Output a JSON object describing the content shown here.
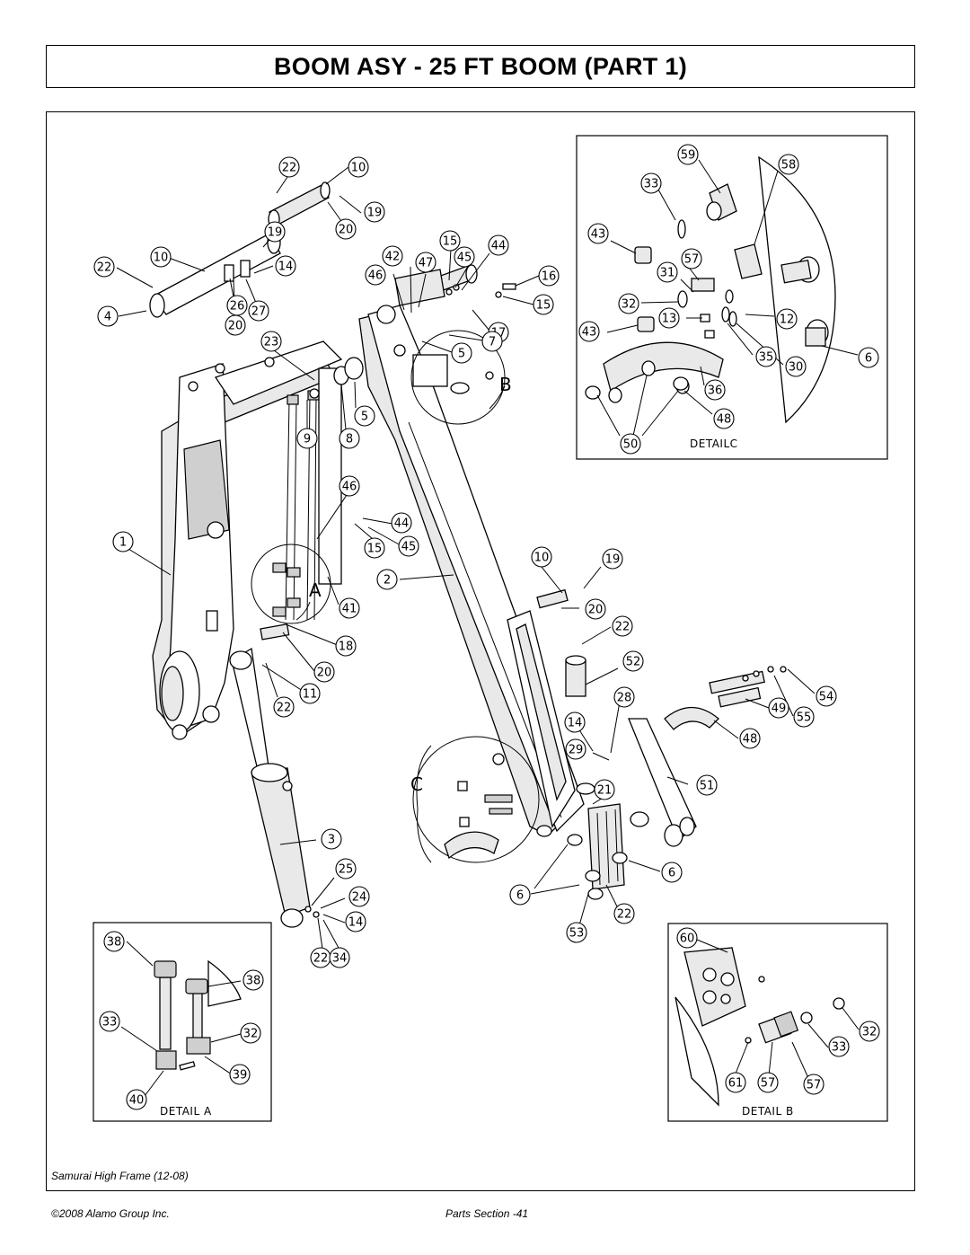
{
  "page": {
    "title": "BOOM ASY - 25 FT BOOM (PART 1)",
    "caption": "Samurai High Frame (12-08)",
    "footer_left": "©2008 Alamo Group Inc.",
    "footer_right": "Parts Section -41"
  },
  "details": {
    "detail_a": "DETAIL A",
    "detail_b": "DETAIL B",
    "detail_c": "DETAILC",
    "letter_a": "A",
    "letter_b": "B",
    "letter_c": "C"
  },
  "callouts": {
    "main": [
      "22",
      "10",
      "19",
      "20",
      "19",
      "10",
      "22",
      "14",
      "4",
      "26",
      "27",
      "20",
      "23",
      "42",
      "15",
      "44",
      "46",
      "47",
      "45",
      "16",
      "15",
      "17",
      "7",
      "5",
      "5",
      "9",
      "8",
      "46",
      "44",
      "15",
      "45",
      "1",
      "2",
      "10",
      "19",
      "20",
      "41",
      "18",
      "20",
      "11",
      "22",
      "22",
      "52",
      "28",
      "14",
      "29",
      "21",
      "54",
      "55",
      "49",
      "48",
      "51",
      "3",
      "25",
      "24",
      "14",
      "22",
      "34",
      "6",
      "6",
      "22",
      "53"
    ],
    "detail_a": [
      "38",
      "38",
      "33",
      "32",
      "39",
      "40"
    ],
    "detail_b": [
      "60",
      "32",
      "33",
      "61",
      "57",
      "57"
    ],
    "detail_c": [
      "59",
      "58",
      "33",
      "43",
      "57",
      "31",
      "32",
      "13",
      "12",
      "43",
      "35",
      "30",
      "6",
      "36",
      "48",
      "50"
    ]
  }
}
